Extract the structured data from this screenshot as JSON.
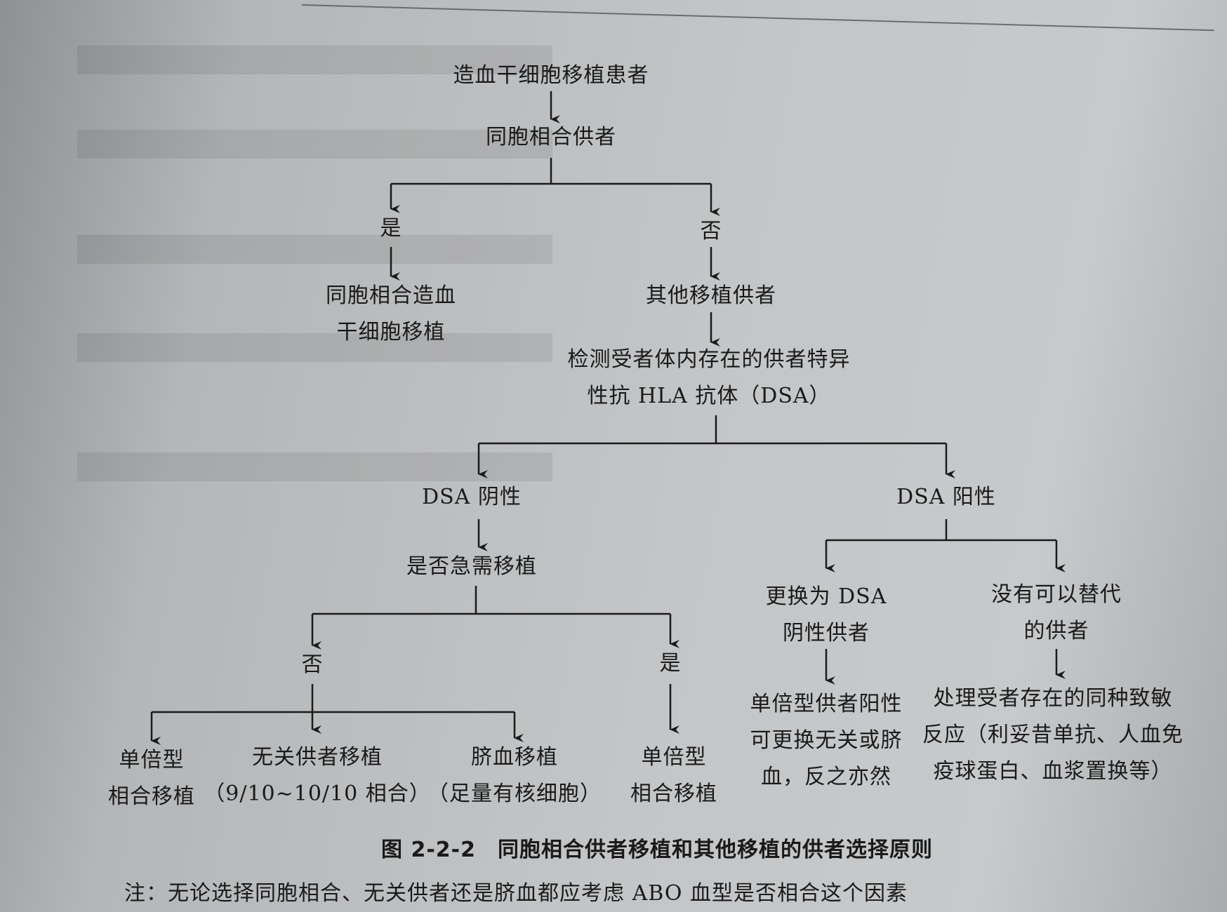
{
  "nodes": {
    "patient": "造血干细胞移植患者",
    "sibling_donor": "同胞相合供者",
    "yes_1": "是",
    "no_1": "否",
    "sibling_transplant_1": "同胞相合造血",
    "sibling_transplant_2": "干细胞移植",
    "other_donor": "其他移植供者",
    "dsa_test_1": "检测受者体内存在的供者特异",
    "dsa_test_2": "性抗 HLA 抗体（DSA）",
    "dsa_negative": "DSA 阴性",
    "dsa_positive": "DSA 阳性",
    "urgent": "是否急需移植",
    "no_2": "否",
    "yes_2": "是",
    "change_donor_1": "更换为 DSA",
    "change_donor_2": "阴性供者",
    "no_alt_1": "没有可以替代",
    "no_alt_2": "的供者",
    "haplo_a_1": "单倍型",
    "haplo_a_2": "相合移植",
    "unrelated_1": "无关供者移植",
    "unrelated_2": "（9/10~10/10 相合）",
    "cord_1": "脐血移植",
    "cord_2": "（足量有核细胞）",
    "haplo_b_1": "单倍型",
    "haplo_b_2": "相合移植",
    "haplo_pos_1": "单倍型供者阳性",
    "haplo_pos_2": "可更换无关或脐",
    "haplo_pos_3": "血，反之亦然",
    "desens_1": "处理受者存在的同种致敏",
    "desens_2": "反应（利妥昔单抗、人血免",
    "desens_3": "疫球蛋白、血浆置换等）"
  },
  "caption": "图 2-2-2　同胞相合供者移植和其他移植的供者选择原则",
  "note": "注：无论选择同胞相合、无关供者还是脐血都应考虑 ABO 血型是否相合这个因素"
}
